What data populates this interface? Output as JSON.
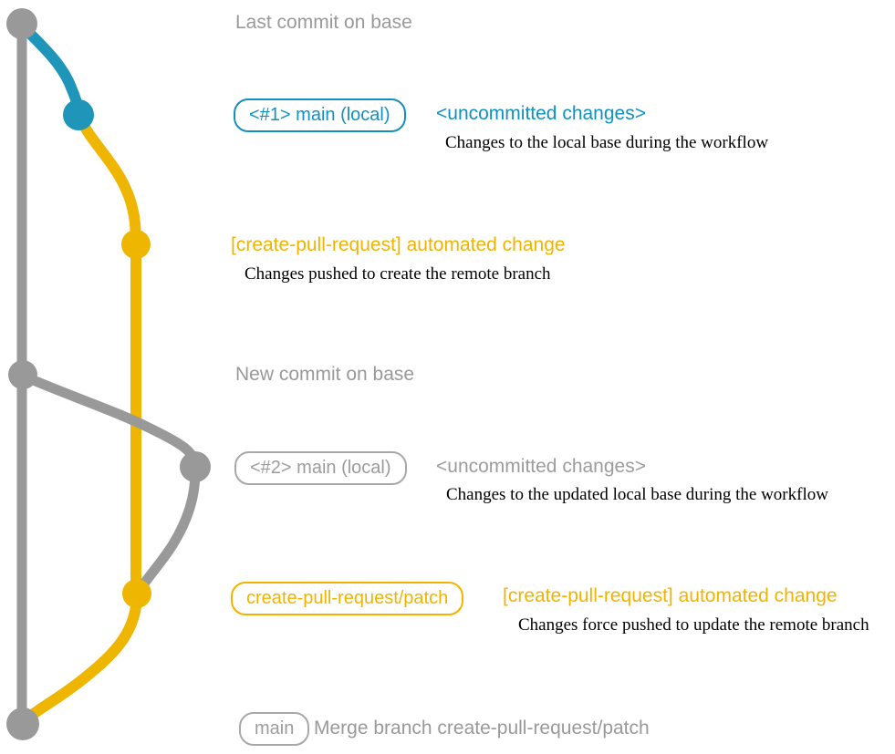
{
  "diagram_type": "git-branch-graph",
  "colors": {
    "base_branch": "#999999",
    "local_main_1": "#1f95ba",
    "patch_branch": "#eeb600",
    "teal_text": "#1191c0",
    "yellow_text": "#f0b400",
    "gray_text": "#9c9c9c",
    "description_text": "#000000",
    "background": "#ffffff"
  },
  "graph": {
    "branches": [
      {
        "name": "base",
        "color": "#999999"
      },
      {
        "name": "main (local)",
        "color": "#1f95ba"
      },
      {
        "name": "create-pull-request/patch",
        "color": "#eeb600"
      }
    ],
    "commit_dots": [
      {
        "name": "last-commit-on-base",
        "color": "#999999"
      },
      {
        "name": "uncommitted-changes-1",
        "color": "#1f95ba"
      },
      {
        "name": "automated-change-1",
        "color": "#eeb600"
      },
      {
        "name": "new-commit-on-base",
        "color": "#999999"
      },
      {
        "name": "uncommitted-changes-2",
        "color": "#999999"
      },
      {
        "name": "automated-change-2",
        "color": "#eeb600"
      },
      {
        "name": "merge-commit",
        "color": "#999999"
      }
    ]
  },
  "rows": {
    "r1": {
      "caption": "Last commit on base"
    },
    "r2": {
      "badge": "<#1> main (local)",
      "heading": "<uncommitted changes>",
      "description": "Changes to the local base during the workflow"
    },
    "r3": {
      "heading": "[create-pull-request] automated change",
      "description": "Changes pushed to create the remote branch"
    },
    "r4": {
      "caption": "New commit on base"
    },
    "r5": {
      "badge": "<#2> main (local)",
      "heading": "<uncommitted changes>",
      "description": "Changes to the updated local base during the workflow"
    },
    "r6": {
      "badge": "create-pull-request/patch",
      "heading": "[create-pull-request] automated change",
      "description": "Changes force pushed to update the remote branch"
    },
    "r7": {
      "badge": "main",
      "caption": "Merge branch create-pull-request/patch"
    }
  }
}
